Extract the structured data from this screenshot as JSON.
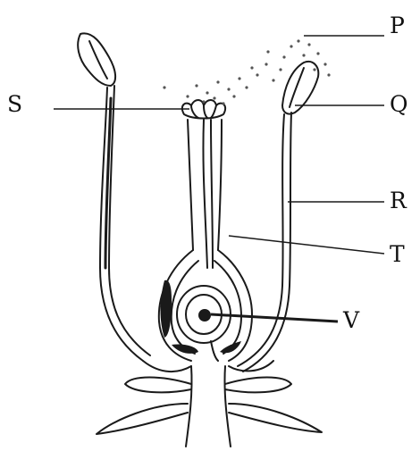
{
  "diagram": {
    "labels": {
      "P": "P",
      "Q": "Q",
      "R": "R",
      "S": "S",
      "T": "T",
      "V": "V"
    },
    "colors": {
      "ink": "#1a1a1a",
      "pollen": "#555555",
      "background": "#ffffff"
    }
  }
}
